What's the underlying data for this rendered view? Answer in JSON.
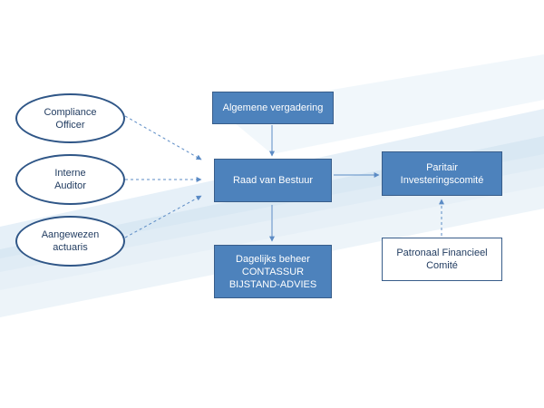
{
  "diagram": {
    "nodes": {
      "compliance": {
        "label": "Compliance\nOfficer"
      },
      "auditor": {
        "label": "Interne\nAuditor"
      },
      "actuaris": {
        "label": "Aangewezen\nactuaris"
      },
      "algemene": {
        "label": "Algemene vergadering"
      },
      "raad": {
        "label": "Raad van Bestuur"
      },
      "dagelijks": {
        "label": "Dagelijks beheer\nCONTASSUR\nBIJSTAND-ADVIES"
      },
      "paritair": {
        "label": "Paritair\nInvesteringscomité"
      },
      "patronaal": {
        "label": "Patronaal Financieel\nComité"
      }
    },
    "edges": [
      {
        "from": "compliance",
        "to": "raad",
        "style": "dashed"
      },
      {
        "from": "auditor",
        "to": "raad",
        "style": "dashed"
      },
      {
        "from": "actuaris",
        "to": "raad",
        "style": "dashed"
      },
      {
        "from": "algemene",
        "to": "raad",
        "style": "solid"
      },
      {
        "from": "raad",
        "to": "dagelijks",
        "style": "solid"
      },
      {
        "from": "raad",
        "to": "paritair",
        "style": "solid"
      },
      {
        "from": "patronaal",
        "to": "paritair",
        "style": "dashed"
      }
    ]
  },
  "colors": {
    "box_fill": "#4d82bc",
    "box_border": "#385d8a",
    "arrow": "#5b8bc5",
    "background_band": "#dbe9f4"
  }
}
